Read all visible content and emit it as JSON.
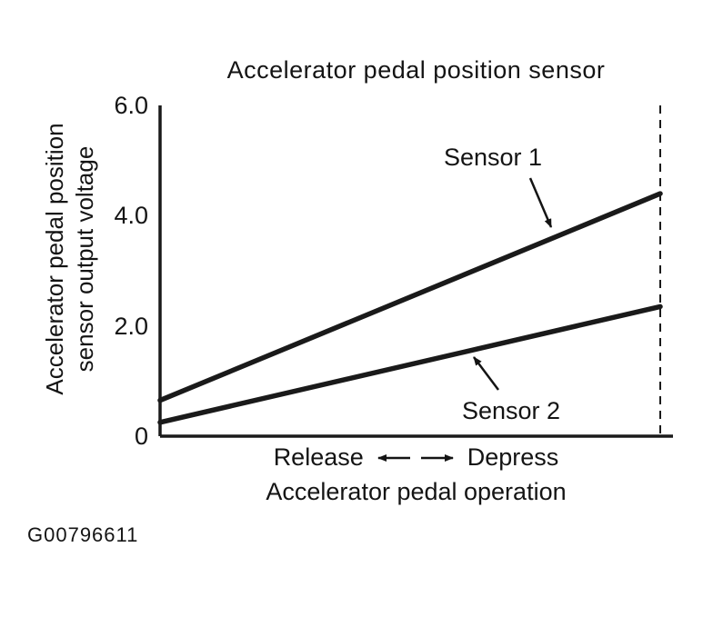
{
  "figure": {
    "id": "G00796611"
  },
  "chart": {
    "title": "Accelerator pedal position sensor",
    "y_axis": {
      "label_line1": "Accelerator pedal position",
      "label_line2": "sensor output voltage",
      "ticks": [
        "6.0",
        "4.0",
        "2.0",
        "0"
      ]
    },
    "x_axis": {
      "release_label": "Release",
      "depress_label": "Depress",
      "label": "Accelerator pedal operation"
    }
  },
  "chart_data": {
    "type": "line",
    "title": "Accelerator pedal position sensor",
    "xlabel": "Accelerator pedal operation (Release to Depress)",
    "ylabel": "Accelerator pedal position sensor output voltage",
    "ylim": [
      0,
      6.0
    ],
    "yticks": [
      0,
      2.0,
      4.0,
      6.0
    ],
    "x_range_note": "x normalized: 0 = pedal released, 1 = pedal fully depressed (dashed line)",
    "series": [
      {
        "name": "Sensor 1",
        "x": [
          0,
          1
        ],
        "values": [
          0.65,
          4.4
        ]
      },
      {
        "name": "Sensor 2",
        "x": [
          0,
          1
        ],
        "values": [
          0.25,
          2.35
        ]
      }
    ],
    "grid": false,
    "legend": "inline text annotations with arrows pointing at each line",
    "right_boundary": "dashed vertical line at full pedal depression"
  }
}
